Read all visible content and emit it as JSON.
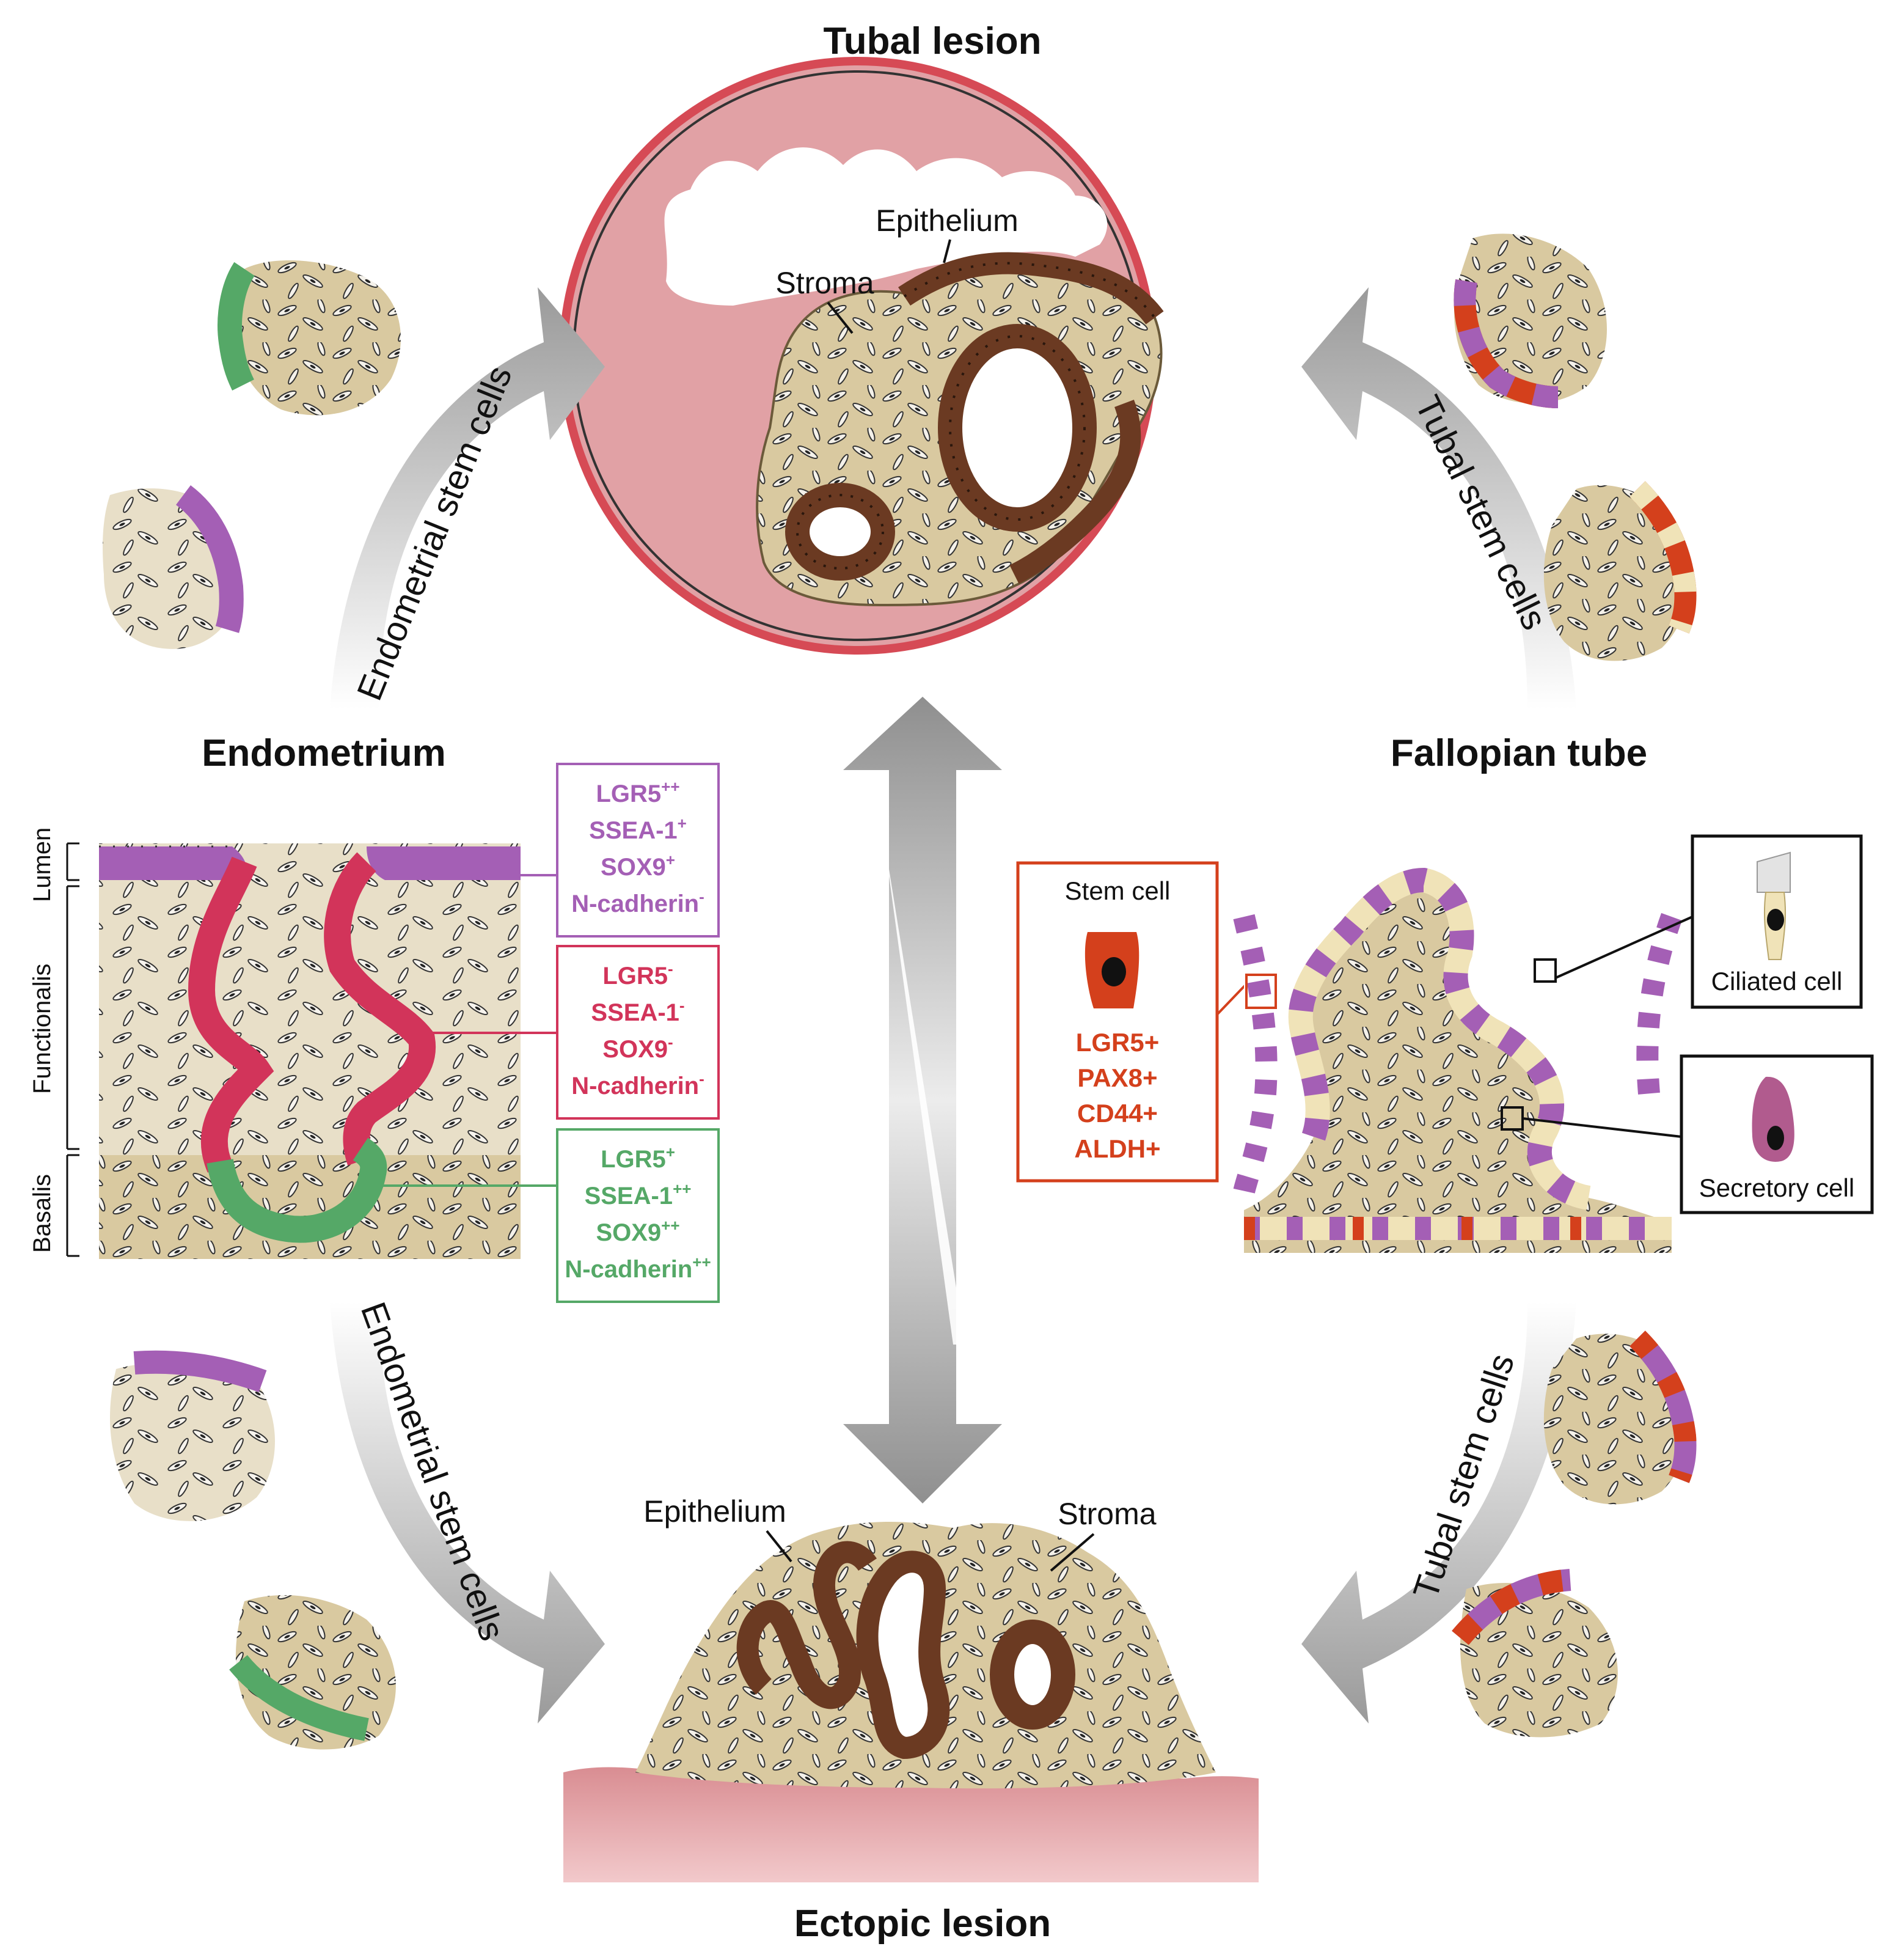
{
  "titles": {
    "tubal_lesion": "Tubal lesion",
    "endometrium": "Endometrium",
    "fallopian_tube": "Fallopian tube",
    "ectopic_lesion": "Ectopic lesion"
  },
  "tubal_labels": {
    "epithelium": "Epithelium",
    "stroma": "Stroma"
  },
  "ectopic_labels": {
    "epithelium": "Epithelium",
    "stroma": "Stroma"
  },
  "arrows": {
    "top_left": "Endometrial stem cells",
    "top_right": "Tubal stem cells",
    "bottom_left": "Endometrial stem cells",
    "bottom_right": "Tubal stem cells"
  },
  "endometrium_layers": {
    "lumen": "Lumen",
    "functionalis": "Functionalis",
    "basalis": "Basalis"
  },
  "marker_boxes": [
    {
      "color": "#a45fb5",
      "lines": [
        {
          "t": "LGR5",
          "s": "++"
        },
        {
          "t": "SSEA-1",
          "s": "+"
        },
        {
          "t": "SOX9",
          "s": "+"
        },
        {
          "t": "N-cadherin",
          "s": "-"
        }
      ]
    },
    {
      "color": "#d2345a",
      "lines": [
        {
          "t": "LGR5",
          "s": "-"
        },
        {
          "t": "SSEA-1",
          "s": "-"
        },
        {
          "t": "SOX9",
          "s": "-"
        },
        {
          "t": "N-cadherin",
          "s": "-"
        }
      ]
    },
    {
      "color": "#55a867",
      "lines": [
        {
          "t": "LGR5",
          "s": "+"
        },
        {
          "t": "SSEA-1",
          "s": "++"
        },
        {
          "t": "SOX9",
          "s": "++"
        },
        {
          "t": "N-cadherin",
          "s": "++"
        }
      ]
    }
  ],
  "stem_cell_box": {
    "title": "Stem cell",
    "markers": [
      "LGR5+",
      "PAX8+",
      "CD44+",
      "ALDH+"
    ],
    "color": "#d4401c"
  },
  "cell_types": {
    "ciliated": "Ciliated cell",
    "secretory": "Secretory cell"
  },
  "colors": {
    "stroma": "#d9c9a0",
    "epithelium_brown": "#6b3a22",
    "lumen_purple": "#a45fb5",
    "functionalis_red": "#d2345a",
    "basalis_green": "#55a867",
    "tube_pink": "#e3a3a8",
    "stem_red": "#d4401c"
  }
}
